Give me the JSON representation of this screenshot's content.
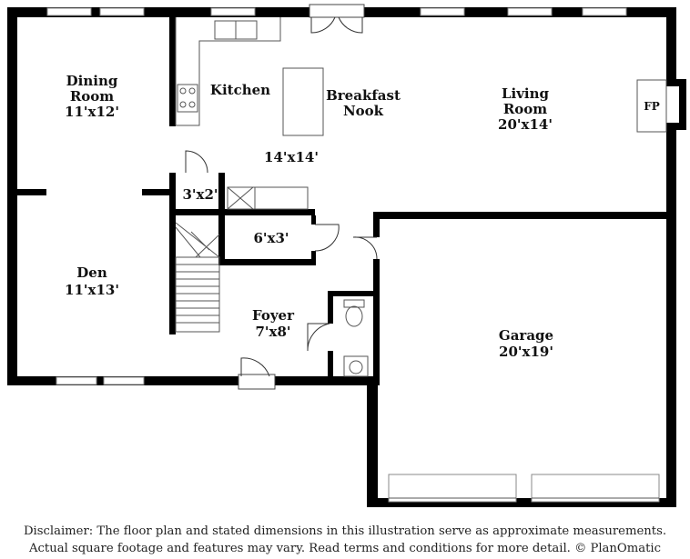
{
  "rooms": {
    "dining": {
      "name_line1": "Dining",
      "name_line2": "Room",
      "dimensions": "11'x12'"
    },
    "kitchen": {
      "name": "Kitchen"
    },
    "breakfast": {
      "name_line1": "Breakfast",
      "name_line2": "Nook"
    },
    "kitchen_area_dims": "14'x14'",
    "living": {
      "name_line1": "Living",
      "name_line2": "Room",
      "dimensions": "20'x14'"
    },
    "fireplace": "FP",
    "closet_small": "3'x2'",
    "closet_hall": "6'x3'",
    "den": {
      "name": "Den",
      "dimensions": "11'x13'"
    },
    "foyer": {
      "name": "Foyer",
      "dimensions": "7'x8'"
    },
    "garage": {
      "name": "Garage",
      "dimensions": "20'x19'"
    }
  },
  "disclaimer": {
    "line1": "Disclaimer: The floor plan and stated dimensions in this illustration serve as approximate measurements.",
    "line2": "Actual square footage and features may vary. Read terms and conditions for more detail. © PlanOmatic"
  }
}
